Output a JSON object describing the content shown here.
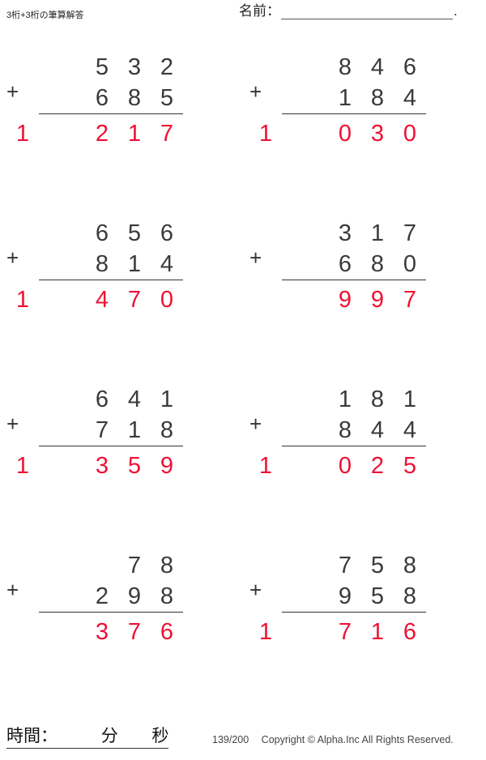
{
  "header": {
    "title": "3桁+3桁の筆算解答",
    "name_label": "名前：",
    "name_value": "",
    "name_period": "."
  },
  "operator": "+",
  "answer_color": "#ee1133",
  "problems": [
    {
      "top": [
        "5",
        "3",
        "2"
      ],
      "bottom": [
        "6",
        "8",
        "5"
      ],
      "answer": [
        "1",
        "2",
        "1",
        "7"
      ],
      "answer_text": "1217",
      "operand_a": "532",
      "operand_b": "685"
    },
    {
      "top": [
        "8",
        "4",
        "6"
      ],
      "bottom": [
        "1",
        "8",
        "4"
      ],
      "answer": [
        "1",
        "0",
        "3",
        "0"
      ],
      "answer_text": "1030",
      "operand_a": "846",
      "operand_b": "184"
    },
    {
      "top": [
        "6",
        "5",
        "6"
      ],
      "bottom": [
        "8",
        "1",
        "4"
      ],
      "answer": [
        "1",
        "4",
        "7",
        "0"
      ],
      "answer_text": "1470",
      "operand_a": "656",
      "operand_b": "814"
    },
    {
      "top": [
        "3",
        "1",
        "7"
      ],
      "bottom": [
        "6",
        "8",
        "0"
      ],
      "answer": [
        "9",
        "9",
        "7"
      ],
      "answer_text": "997",
      "operand_a": "317",
      "operand_b": "680"
    },
    {
      "top": [
        "6",
        "4",
        "1"
      ],
      "bottom": [
        "7",
        "1",
        "8"
      ],
      "answer": [
        "1",
        "3",
        "5",
        "9"
      ],
      "answer_text": "1359",
      "operand_a": "641",
      "operand_b": "718"
    },
    {
      "top": [
        "1",
        "8",
        "1"
      ],
      "bottom": [
        "8",
        "4",
        "4"
      ],
      "answer": [
        "1",
        "0",
        "2",
        "5"
      ],
      "answer_text": "1025",
      "operand_a": "181",
      "operand_b": "844"
    },
    {
      "top": [
        "",
        "7",
        "8"
      ],
      "bottom": [
        "2",
        "9",
        "8"
      ],
      "answer": [
        "3",
        "7",
        "6"
      ],
      "answer_text": "376",
      "operand_a": "78",
      "operand_b": "298"
    },
    {
      "top": [
        "7",
        "5",
        "8"
      ],
      "bottom": [
        "9",
        "5",
        "8"
      ],
      "answer": [
        "1",
        "7",
        "1",
        "6"
      ],
      "answer_text": "1716",
      "operand_a": "758",
      "operand_b": "958"
    }
  ],
  "footer": {
    "time_label": "時間：",
    "minutes_unit": "分",
    "seconds_unit": "秒",
    "page_number": "139/200",
    "copyright": "Copyright © Alpha.Inc All Rights Reserved."
  }
}
